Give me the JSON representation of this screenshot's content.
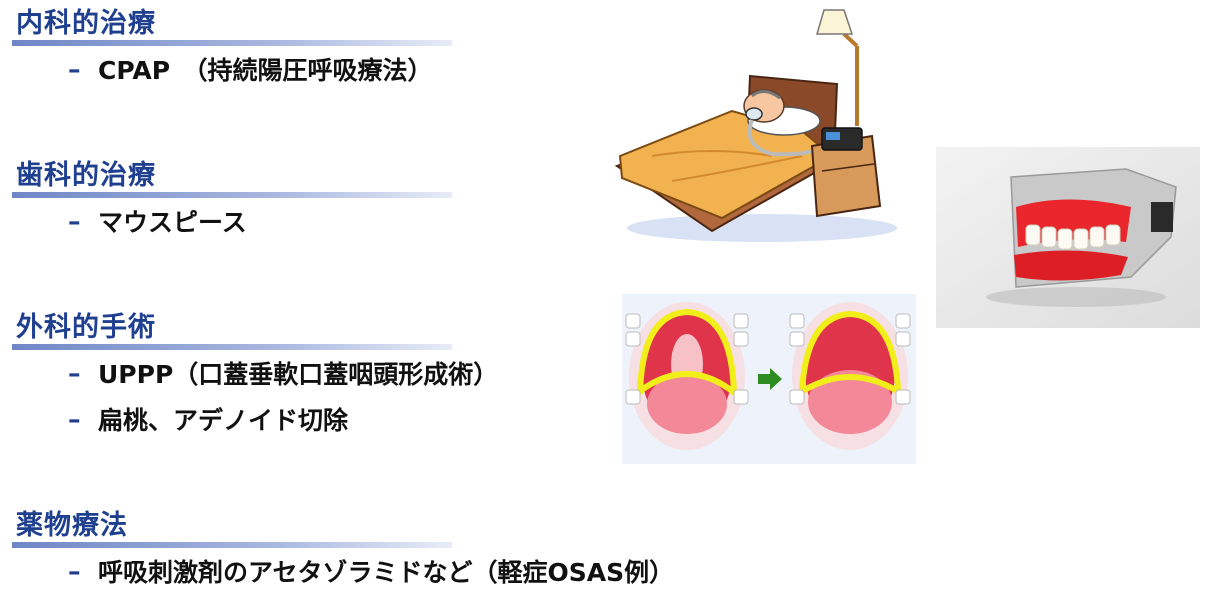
{
  "sections": [
    {
      "title": "内科的治療",
      "items": [
        "CPAP　（持続陽圧呼吸療法）"
      ]
    },
    {
      "title": "歯科的治療",
      "items": [
        "マウスピース"
      ]
    },
    {
      "title": "外科的手術",
      "items": [
        "UPPP（口蓋垂軟口蓋咽頭形成術）",
        "扁桃、アデノイド切除"
      ]
    },
    {
      "title": "薬物療法",
      "items": [
        "呼吸刺激剤のアセタゾラミドなど（軽症OSAS例）"
      ]
    }
  ],
  "bullet": "–",
  "colors": {
    "heading": "#1f3f8f",
    "bar": "#6f86c6",
    "text": "#111111",
    "arrow": "#2e8b1f",
    "curve": "#f2ee1a"
  },
  "illustrations": [
    "cpap-sleeping-man",
    "dental-model-mouthpiece",
    "throat-before-after"
  ]
}
